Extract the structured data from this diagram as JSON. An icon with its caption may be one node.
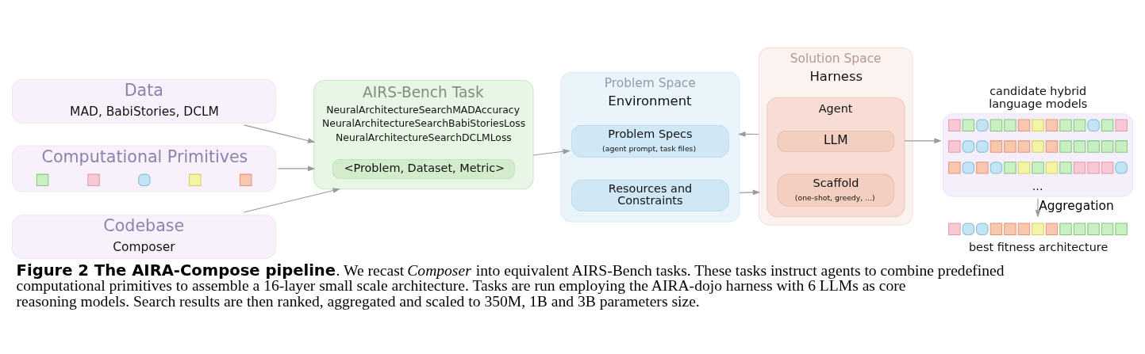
{
  "diagram": {
    "caption": "**Figure 2 The AIRA-Compose pipeline**. We recast *Composer* into equivalent AIRS-Bench tasks. These tasks instruct agents to combine predefined computational primitives to assemble a 16-layer small scale architecture. Tasks are run employing the AIRA-dojo harness with 6 LLMs as core reasoning models. Search results are then ranked, aggregated and scaled to 350M, 1B and 3B parameters size.",
    "nodes": [
      {
        "text": [
          "Data",
          "MAD, BabiStories, DCLM"
        ]
      },
      {
        "text": [
          "Computational Primitives"
        ]
      },
      {
        "text": [
          "Codebase",
          "Composer"
        ]
      },
      {
        "text": [
          "AIRS-Bench Task",
          "NeuralArchitectureSearchMADAccuracy",
          "NeuralArchitectureSearchBabiStoriesLoss",
          "NeuralArchitectureSearchDCLMLoss"
        ]
      },
      {
        "text": [
          "<Problem, Dataset, Metric>"
        ],
        "in": 3
      },
      {
        "text": [
          "Problem Space",
          "Environment"
        ]
      },
      {
        "text": [
          "Problem Specs",
          "(agent prompt, task files)"
        ],
        "in": 5
      },
      {
        "text": [
          "Resources and Constraints"
        ],
        "in": 5
      },
      {
        "text": [
          "Solution Space",
          "Harness"
        ]
      },
      {
        "text": [
          "Agent"
        ],
        "in": 8
      },
      {
        "text": [
          "LLM"
        ],
        "in": 9
      },
      {
        "text": [
          "Scaffold",
          "(one-shot, greedy, ...)"
        ],
        "in": 9
      },
      {
        "text": [
          "candidate hybrid language models",
          "..."
        ]
      },
      {
        "text": [],
        "shape": "picture",
        "beside": [
          "best fitness architecture"
        ]
      }
    ],
    "edges": [
      {
        "from": 0,
        "to": 3,
        "arrow": "to"
      },
      {
        "from": 1,
        "to": 3,
        "arrow": "to"
      },
      {
        "from": 2,
        "to": 3,
        "arrow": "to"
      },
      {
        "from": 3,
        "to": 6,
        "arrow": "to"
      },
      {
        "from": 8,
        "to": 5,
        "arrow": "to"
      },
      {
        "from": 5,
        "to": 8,
        "arrow": "to"
      },
      {
        "from": 9,
        "to": 12,
        "arrow": "to"
      },
      {
        "from": 12,
        "to": 13,
        "label": "Aggregation",
        "arrow": "to"
      }
    ]
  }
}
